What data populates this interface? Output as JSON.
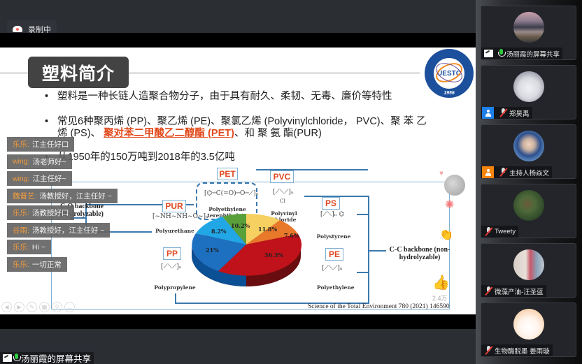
{
  "recording": {
    "icon": "cloud-record-icon",
    "label": "录制中"
  },
  "slide": {
    "title": "塑料简介",
    "logo": {
      "text": "UESTC",
      "year": "1956"
    },
    "bullets": [
      "塑料是一种长链人造聚合物分子，由于具有耐久、柔韧、无毒、廉价等特性",
      {
        "prefix": "常见6种聚丙烯 (PP)、聚乙烯 (PE)、聚氯乙烯 (Polyvinylchloride， PVC)、聚 苯 乙烯 (PS)、 ",
        "highlight": "聚对苯二甲酸乙二醇酯 (PET)",
        "suffix": "、和 聚 氨 酯(PUR)"
      },
      "从1950年的150万吨到2018年的3.5亿吨"
    ],
    "diagram": {
      "tags": {
        "pet": "PET",
        "pvc": "PVC",
        "pur": "PUR",
        "ps": "PS",
        "pp": "PP",
        "pe": "PE"
      },
      "names": {
        "pet": "Polyethylene terephthalate",
        "pvc": "Polyvinyl chloride",
        "pur": "Polyurethane",
        "ps": "Polystyrene",
        "pp": "Polypropylene",
        "pe": "Polyethylene"
      },
      "backbone_left": "C-O backbone (hydrolyzable)",
      "backbone_right": "C-C backbone (non-hydrolyzable)",
      "citation": "Science of the Total Environment 780 (2021) 146590"
    },
    "controls": [
      "prev-icon",
      "next-icon",
      "pen-icon",
      "grid-icon",
      "zoom-icon",
      "more-icon"
    ]
  },
  "chart_data": {
    "type": "pie",
    "title": "",
    "categories": [
      "PET",
      "PVC",
      "PS",
      "PE",
      "PP",
      "PUR"
    ],
    "values": [
      10.2,
      11.8,
      7.6,
      36.3,
      21,
      8.2
    ],
    "labels": [
      "10.2%",
      "11.8%",
      "7.6%",
      "36.3%",
      "21%",
      "8.2%"
    ],
    "colors": [
      "#5aa03a",
      "#f6d060",
      "#e8782a",
      "#c0121a",
      "#1d6fc0",
      "#22a7e6"
    ]
  },
  "reactions": {
    "like_count": "2.4万"
  },
  "chat": [
    {
      "who": "乐乐:",
      "text": "江主任好口"
    },
    {
      "who": "wing:",
      "text": "汤老师好~"
    },
    {
      "who": "wing:",
      "text": "江主任好~"
    },
    {
      "who": "魏晋艺:",
      "text": "汤教授好，江主任好 ~"
    },
    {
      "who": "乐乐:",
      "text": "汤教授好口"
    },
    {
      "who": "谷雨:",
      "text": "汤教授好，江主任好 ~"
    },
    {
      "who": "乐乐:",
      "text": "Hi ~"
    },
    {
      "who": "乐乐:",
      "text": "一切正常"
    }
  ],
  "share_label": "汤丽霞的屏幕共享",
  "participants": [
    {
      "name": "汤丽霞的屏幕共享",
      "role": "screen-share",
      "mic": "on"
    },
    {
      "name": "郑昊禹",
      "role": "member",
      "mic": "off"
    },
    {
      "name": "主持人杨焱文",
      "role": "host",
      "mic": "off"
    },
    {
      "name": "Tweety",
      "role": "",
      "mic": "off"
    },
    {
      "name": "微藻产油-汪圣蓝",
      "role": "",
      "mic": "off"
    },
    {
      "name": "生物酶脱墨 姜雨璇",
      "role": "",
      "mic": "off"
    }
  ]
}
